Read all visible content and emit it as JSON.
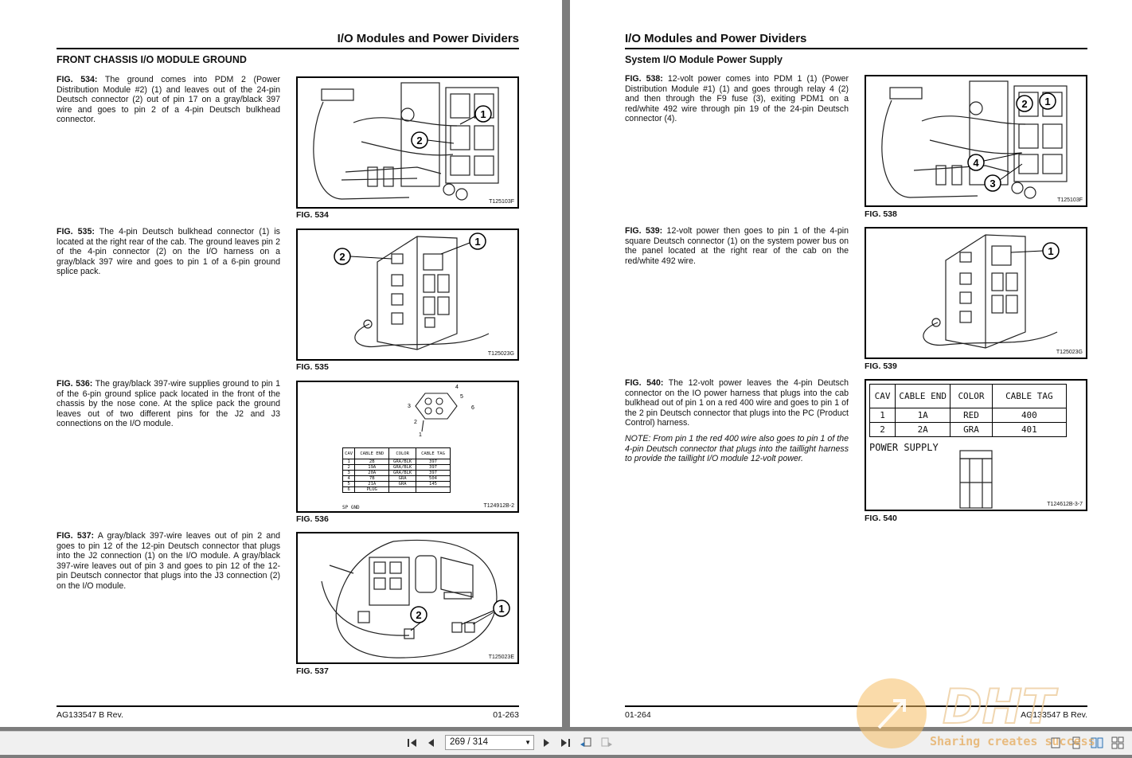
{
  "header_title": "I/O Modules and Power Dividers",
  "left": {
    "section": "FRONT CHASSIS I/O MODULE GROUND",
    "paras": [
      {
        "label": "FIG. 534:",
        "text": "The ground comes into PDM 2 (Power Distribution Module #2) (1) and leaves out of the 24-pin Deutsch connector (2) out of pin 17 on a gray/black 397 wire and goes to pin 2 of a 4-pin Deutsch bulkhead connector."
      },
      {
        "label": "FIG. 535:",
        "text": "The 4-pin Deutsch bulkhead connector (1) is located at the right rear of the cab. The ground leaves pin 2 of the 4-pin connector (2) on the I/O harness on a gray/black 397 wire and goes to pin 1 of a 6-pin ground splice pack."
      },
      {
        "label": "FIG. 536:",
        "text": "The gray/black 397-wire supplies ground to pin 1 of the 6-pin ground splice pack located in the front of the chassis by the nose cone. At the splice pack the ground leaves out of two different pins for the J2 and J3 connections on the I/O module."
      },
      {
        "label": "FIG. 537:",
        "text": "A gray/black 397-wire leaves out of pin 2 and goes to pin 12 of the 12-pin Deutsch connector that plugs into the J2 connection (1) on the I/O module. A gray/black 397-wire leaves out of pin 3 and goes to pin 12 of the 12-pin Deutsch connector that plugs into the J3 connection (2) on the I/O module."
      }
    ],
    "figs": [
      {
        "caption": "FIG. 534",
        "code": "T125103F",
        "callouts": [
          "1",
          "2"
        ]
      },
      {
        "caption": "FIG. 535",
        "code": "T125023G",
        "callouts": [
          "1",
          "2"
        ]
      },
      {
        "caption": "FIG. 536",
        "code": "T124912B-2",
        "pins": [
          "1",
          "2",
          "3",
          "4",
          "5",
          "6"
        ]
      },
      {
        "caption": "FIG. 537",
        "code": "T125023E",
        "callouts": [
          "1",
          "2"
        ]
      }
    ],
    "splice_table": {
      "headers": [
        "CAV",
        "CABLE END",
        "COLOR",
        "CABLE TAG"
      ],
      "rows": [
        [
          "1",
          "2B",
          "GRA/BLK",
          "397"
        ],
        [
          "2",
          "19A",
          "GRA/BLK",
          "397"
        ],
        [
          "3",
          "20A",
          "GRA/BLK",
          "397"
        ],
        [
          "4",
          "7B",
          "GRA",
          "504"
        ],
        [
          "5",
          "21A",
          "GRA",
          "145"
        ],
        [
          "6",
          "PLUG",
          "",
          ""
        ]
      ],
      "footer": "SP GND"
    },
    "footer_left": "AG133547 B Rev.",
    "footer_right": "01-263"
  },
  "right": {
    "section": "System I/O Module Power Supply",
    "paras": [
      {
        "label": "FIG. 538:",
        "text": "12-volt power comes into PDM 1 (1) (Power Distribution Module #1) (1) and goes through relay 4 (2) and then through the F9 fuse (3), exiting PDM1 on a red/white 492 wire through pin 19 of the 24-pin Deutsch connector (4)."
      },
      {
        "label": "FIG. 539:",
        "text": "12-volt power then goes to pin 1 of the 4-pin square Deutsch connector (1) on the system power bus on the panel located at the right rear of the cab on the red/white 492 wire."
      },
      {
        "label": "FIG. 540:",
        "text": "The 12-volt power leaves the 4-pin Deutsch connector on the IO power harness that plugs into the cab bulkhead out of pin 1 on a red 400 wire and goes to pin 1 of the 2 pin Deutsch connector that plugs into the PC (Product Control) harness."
      }
    ],
    "note": "NOTE:  From pin 1 the red 400 wire also goes to pin 1 of the 4-pin Deutsch connector that plugs into the taillight harness to provide the taillight I/O module 12-volt power.",
    "figs": [
      {
        "caption": "FIG. 538",
        "code": "T125103F",
        "callouts": [
          "1",
          "2",
          "3",
          "4"
        ]
      },
      {
        "caption": "FIG. 539",
        "code": "T125023G",
        "callouts": [
          "1"
        ]
      },
      {
        "caption": "FIG. 540",
        "code": "T124612B-3-7"
      }
    ],
    "power_table": {
      "headers": [
        "CAV",
        "CABLE END",
        "COLOR",
        "CABLE TAG"
      ],
      "rows": [
        [
          "1",
          "1A",
          "RED",
          "400"
        ],
        [
          "2",
          "2A",
          "GRA",
          "401"
        ]
      ],
      "label": "POWER SUPPLY"
    },
    "footer_left": "01-264",
    "footer_right": "AG133547 B Rev."
  },
  "toolbar": {
    "page_indicator": "269 / 314",
    "icons": [
      "first-page-icon",
      "previous-page-icon",
      "next-page-icon",
      "last-page-icon",
      "go-back-icon",
      "go-forward-icon",
      "single-page-view-icon",
      "two-page-view-icon",
      "continuous-view-icon"
    ]
  },
  "watermark": {
    "brand": "DHT",
    "slogan": "Sharing creates success"
  }
}
